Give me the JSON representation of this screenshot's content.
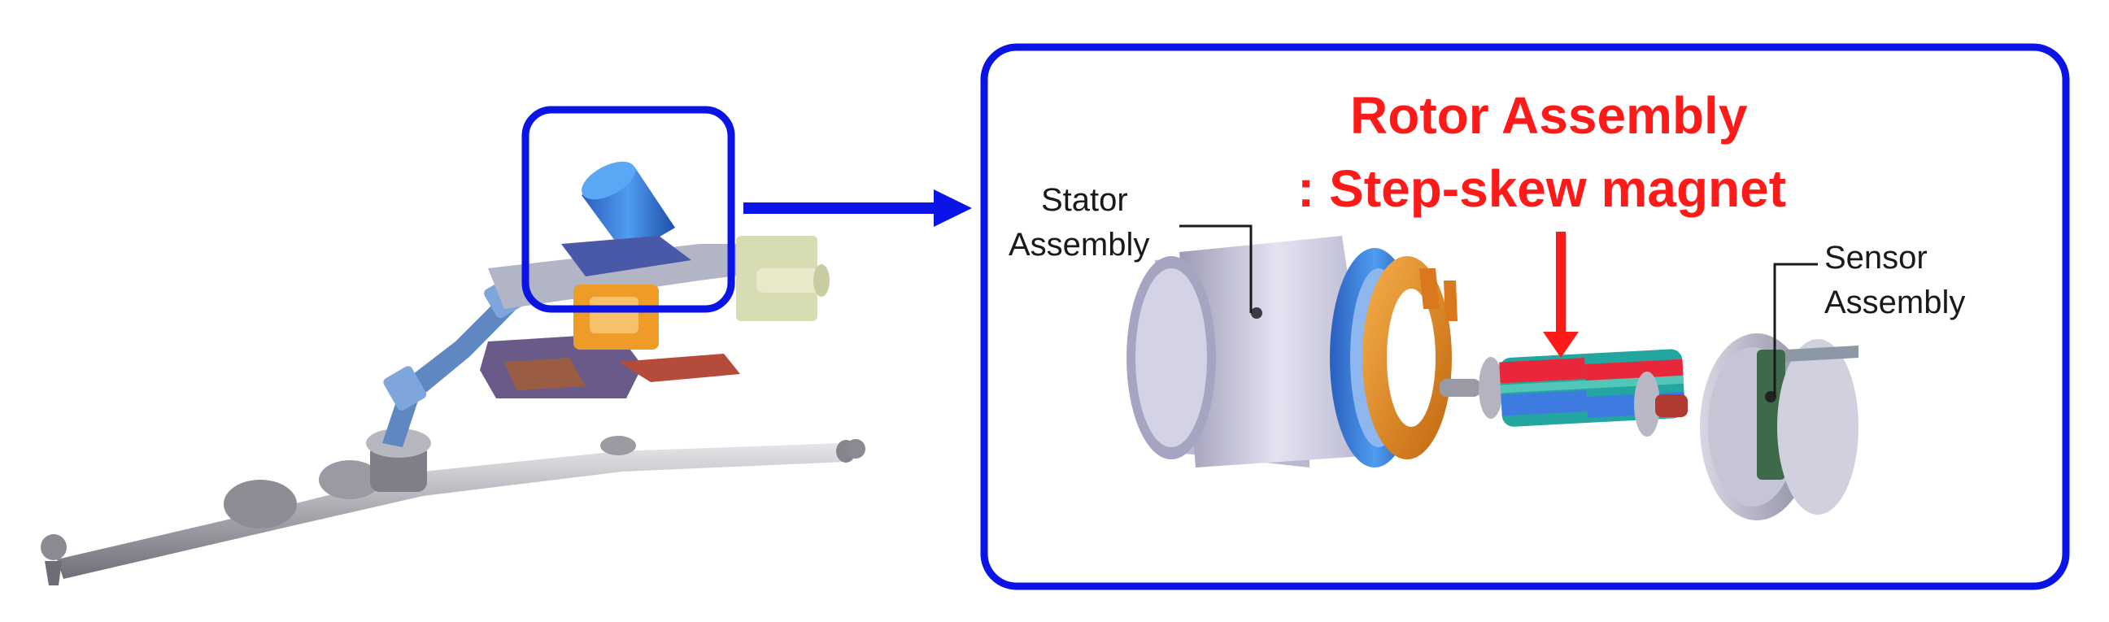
{
  "callout": {
    "title_line1": "Rotor Assembly",
    "title_line2": ": Step-skew magnet"
  },
  "labels": {
    "stator_line1": "Stator",
    "stator_line2": "Assembly",
    "sensor_line1": "Sensor",
    "sensor_line2": "Assembly"
  },
  "colors": {
    "frame_blue": "#0a14e6",
    "arrow_blue": "#0a14e6",
    "highlight_red": "#ff1a1a",
    "motor_blue": "#1f6ed6",
    "magnet_red": "#e8283a",
    "copper": "#e38a1e",
    "housing_gray": "#c9c8dd"
  },
  "icons": {
    "steering_system": "steering-rack-illustration",
    "motor_parts": "motor-exploded-illustration"
  }
}
